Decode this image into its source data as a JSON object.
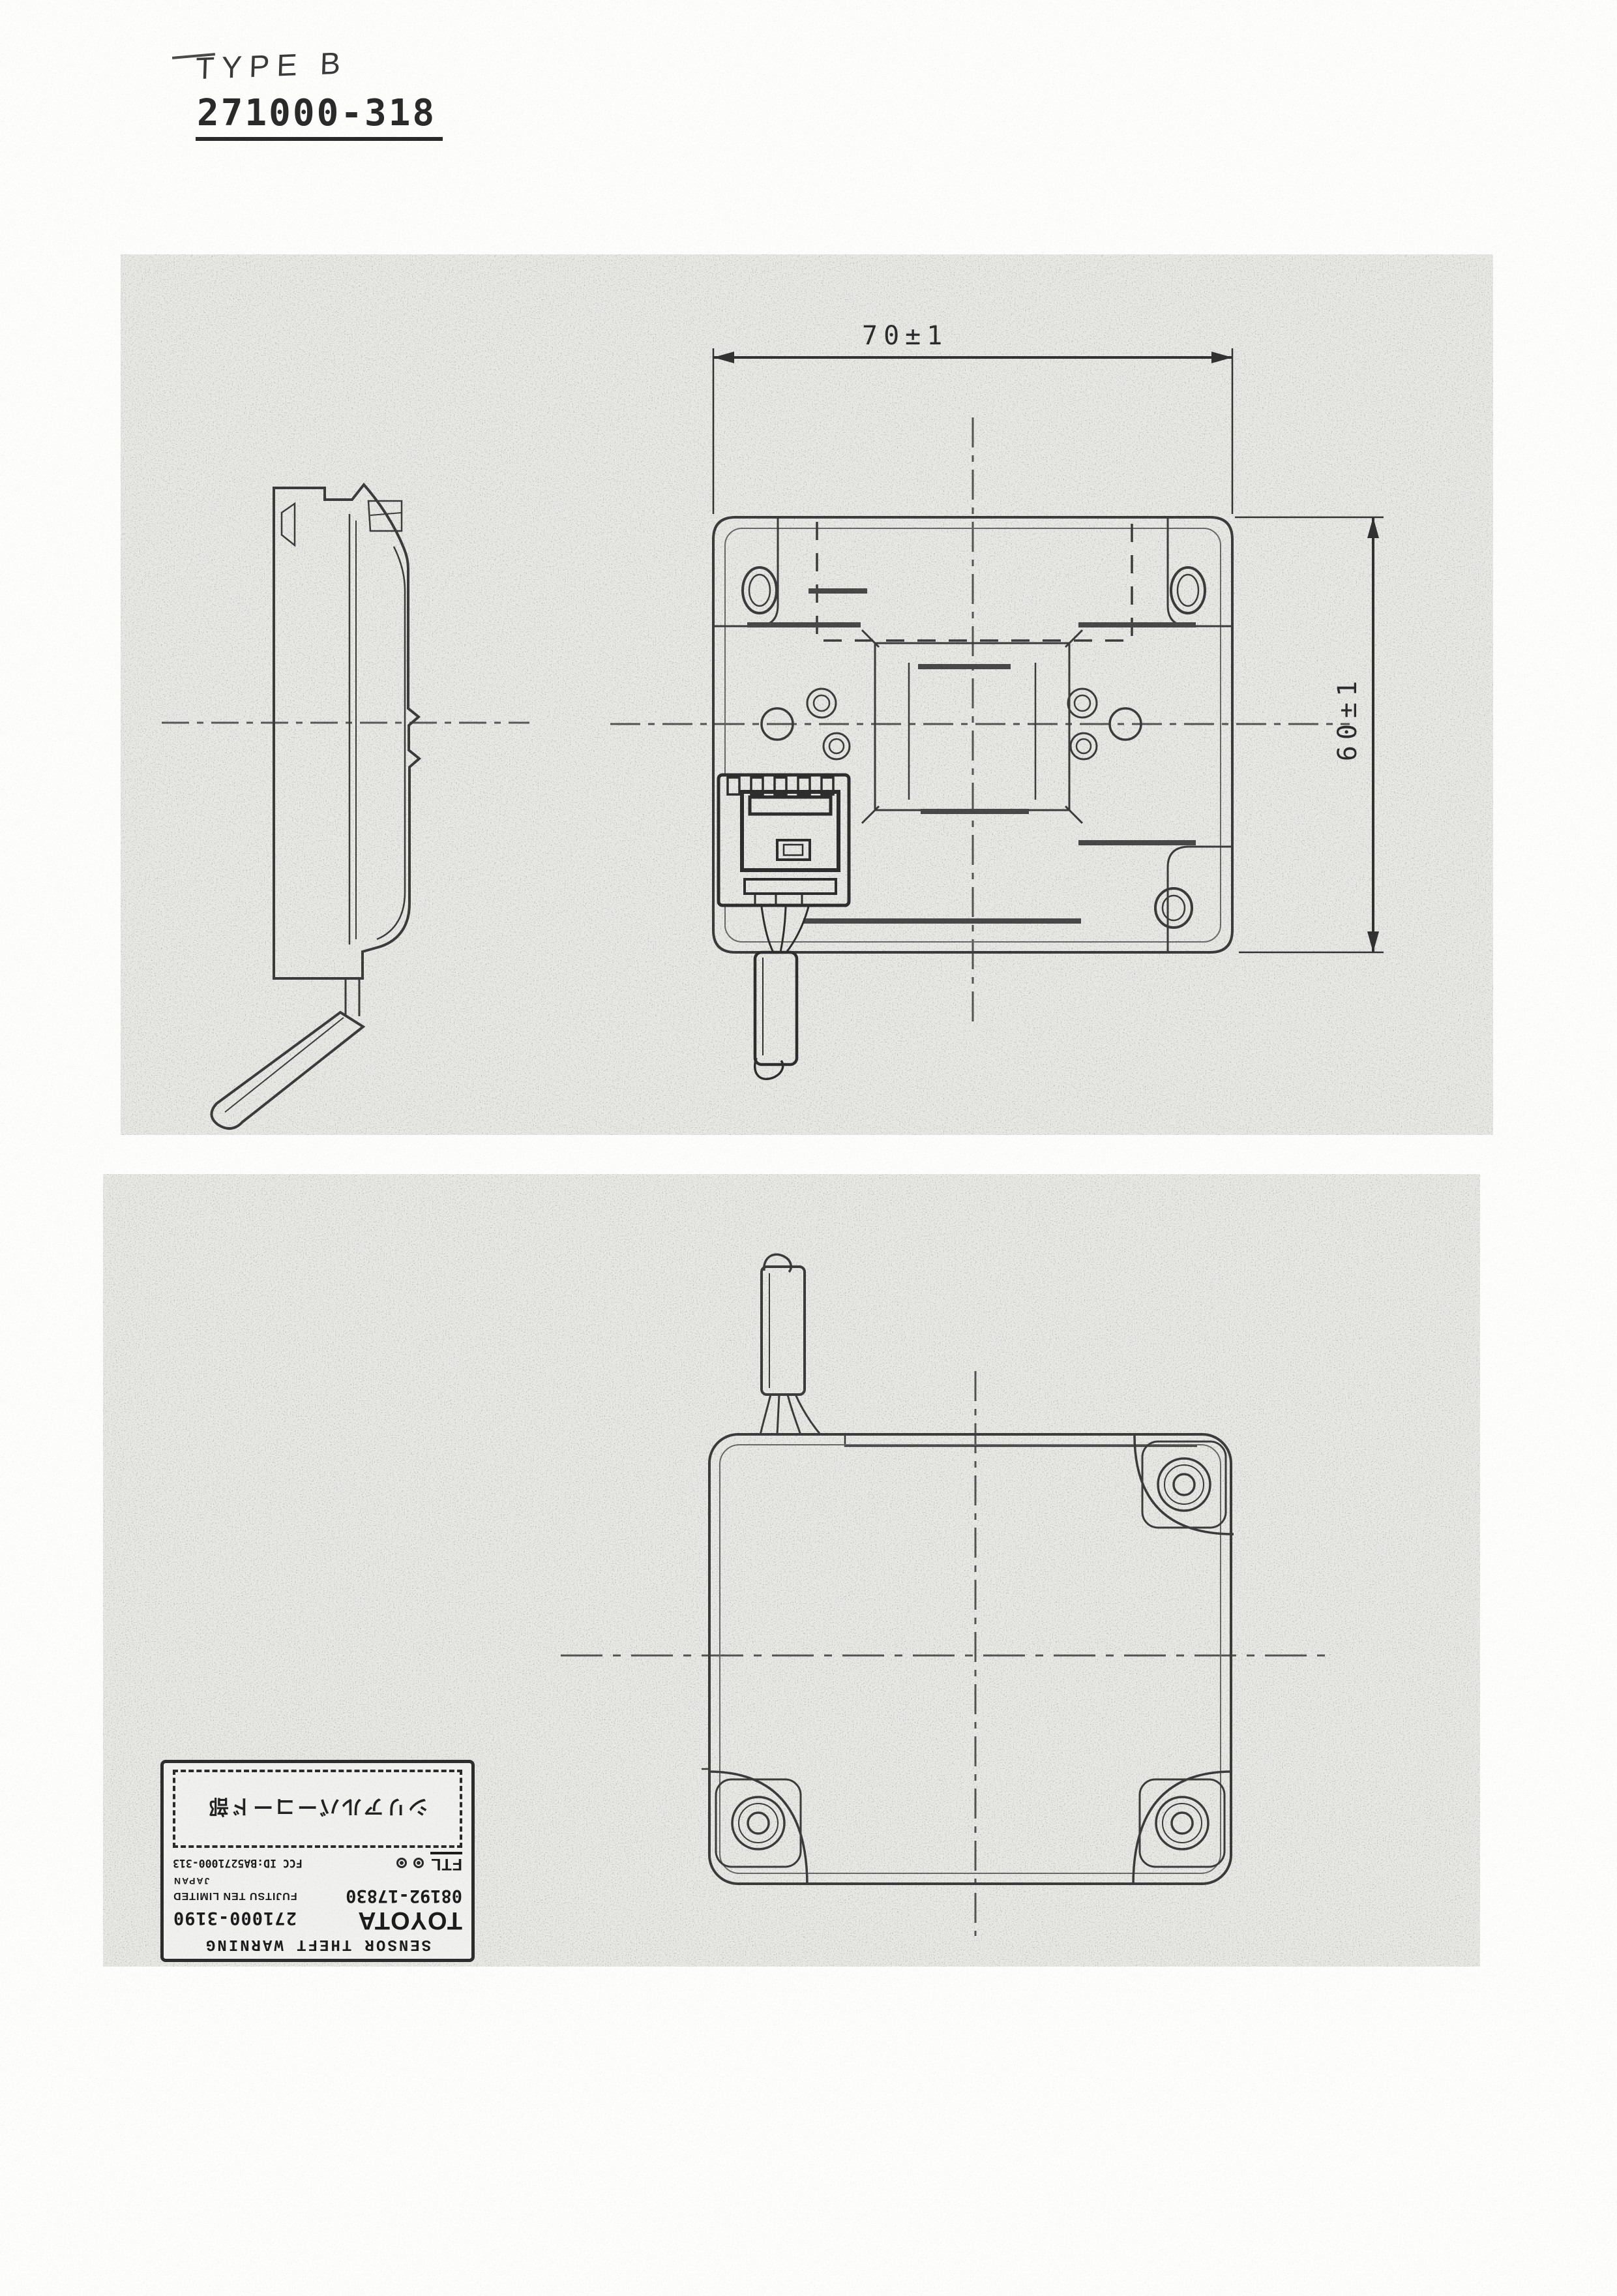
{
  "document": {
    "type_label": "TYPE B",
    "part_number": "271000-318"
  },
  "dimensions": {
    "width_top_view": "70±1",
    "height_top_view": "60±1"
  },
  "label": {
    "line1": "SENSOR THEFT WARNING",
    "brand": "TOYOTA",
    "part_number": "271000-3190",
    "vendor_number": "08192-17830",
    "manufacturer": "FUJITSU TEN LIMITED",
    "country": "JAPAN",
    "maker_logo": "FTL",
    "fcc_id": "FCC ID:BA5271000-313",
    "serial_caption": "シリアルバーコード部"
  }
}
